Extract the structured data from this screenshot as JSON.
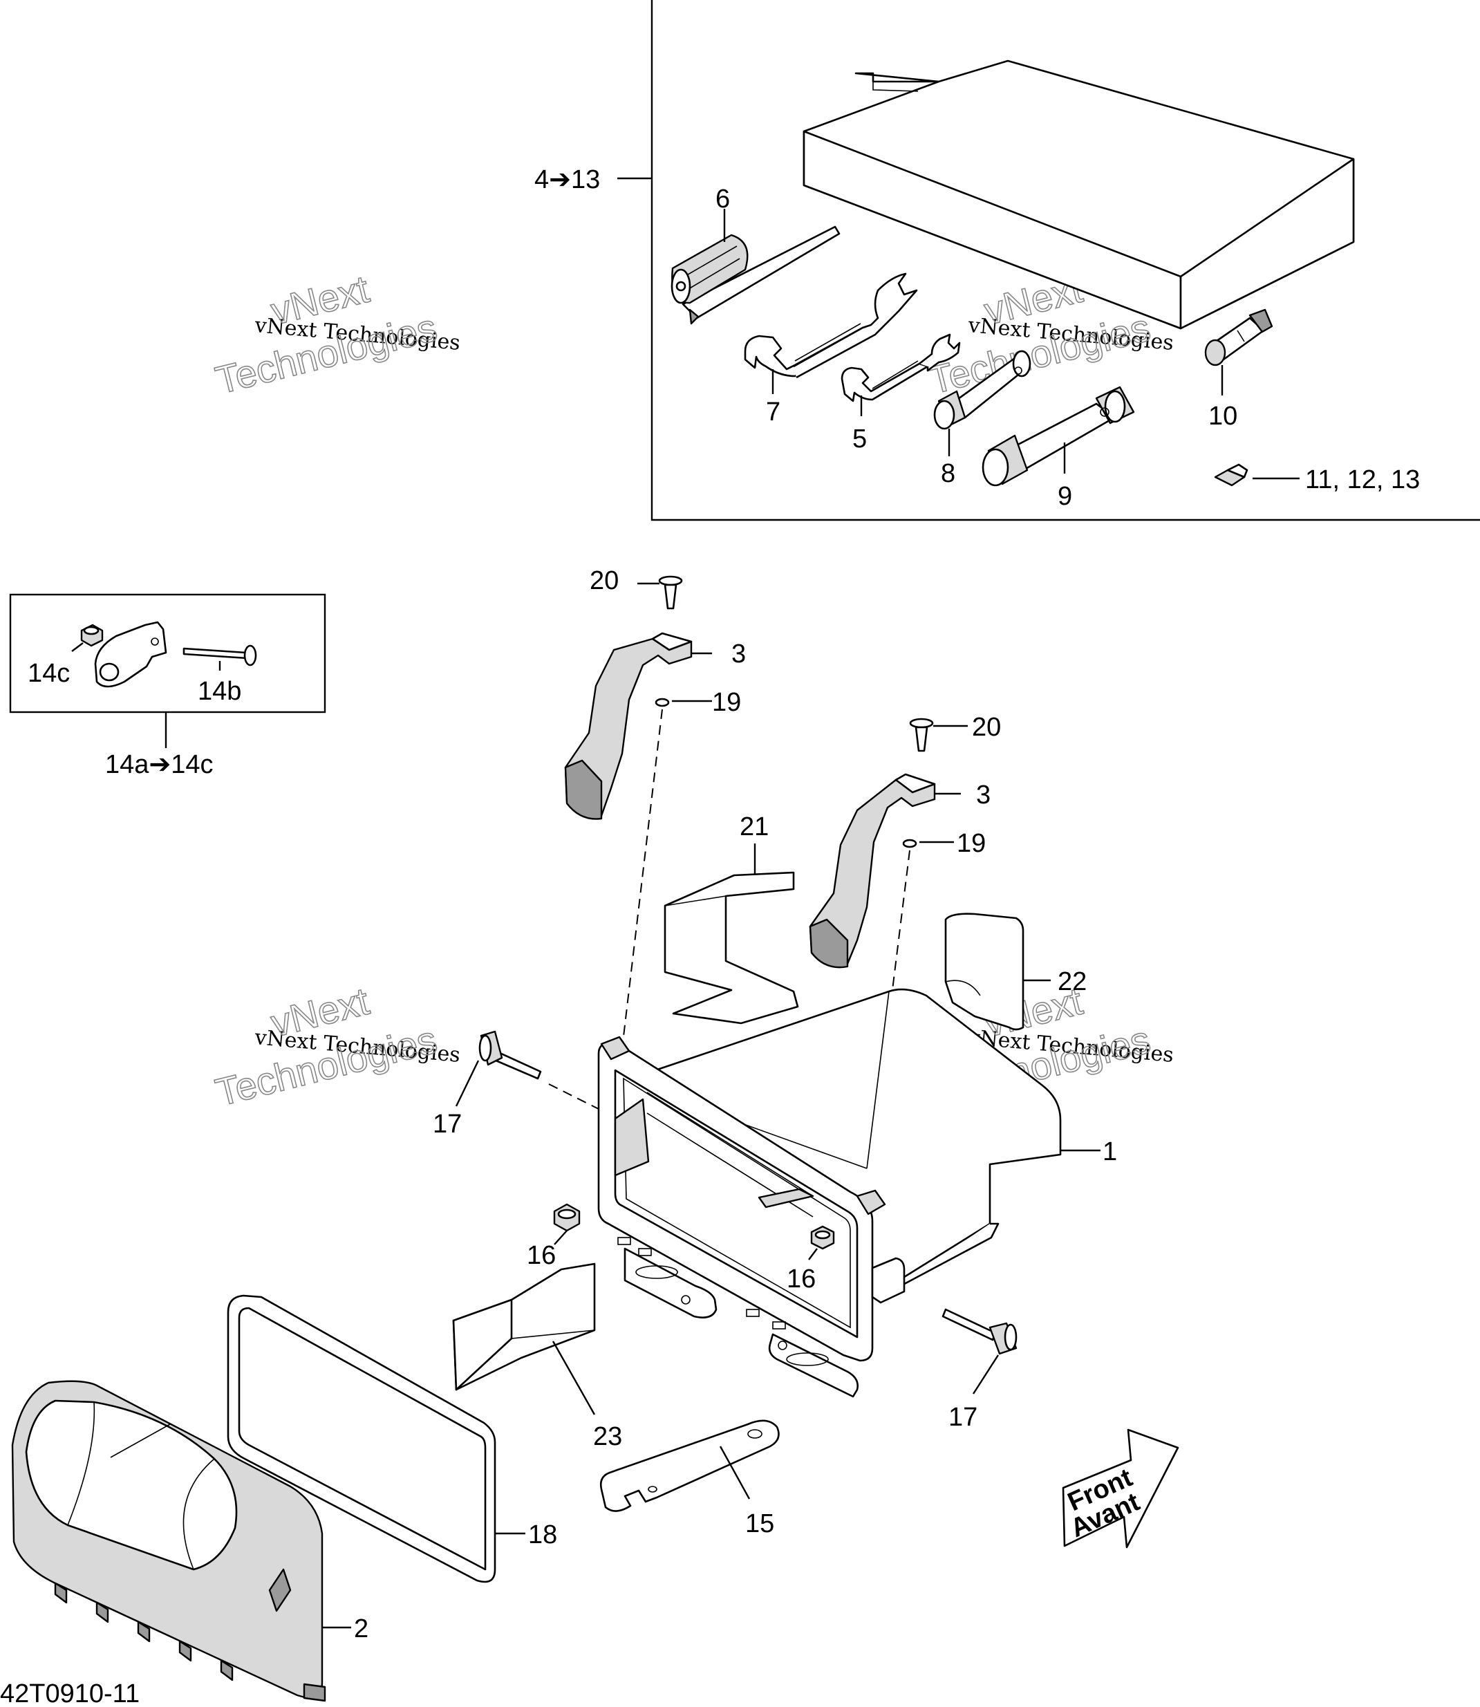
{
  "drawing_code": "42T0910-11",
  "watermark": {
    "line": "vNext Technologies",
    "big_top": "vNext",
    "big_bottom": "Technologies"
  },
  "direction_arrow": {
    "line1": "Front",
    "line2": "Avant"
  },
  "callouts": {
    "tool_kit_range": "4➔13",
    "hinge_kit_range": "14a➔14c",
    "p1": "1",
    "p2": "2",
    "p3a": "3",
    "p3b": "3",
    "p5": "5",
    "p6": "6",
    "p7": "7",
    "p8": "8",
    "p9": "9",
    "p10": "10",
    "p11_13": "11, 12, 13",
    "p14b": "14b",
    "p14c": "14c",
    "p15": "15",
    "p16a": "16",
    "p16b": "16",
    "p17a": "17",
    "p17b": "17",
    "p18": "18",
    "p19a": "19",
    "p19b": "19",
    "p20a": "20",
    "p20b": "20",
    "p21": "21",
    "p22": "22",
    "p23": "23"
  }
}
